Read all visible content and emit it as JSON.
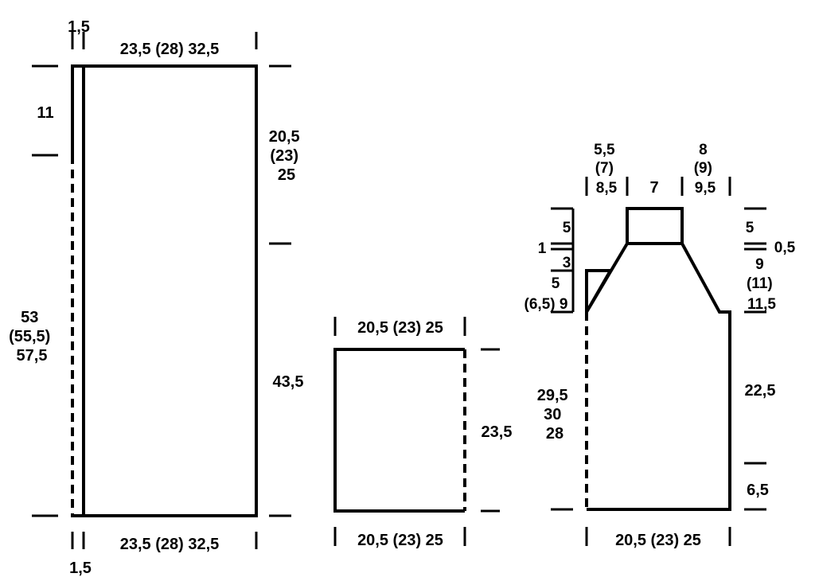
{
  "panel_1": {
    "width_top": "23,5 (28) 32,5",
    "width_bottom": "23,5 (28) 32,5",
    "band_top": "1,5",
    "band_bottom": "1,5",
    "left_top": "11",
    "left_total": [
      "53",
      "(55,5)",
      "57,5"
    ],
    "right_upper": [
      "20,5",
      "(23)",
      "25"
    ],
    "right_lower": "43,5"
  },
  "panel_2": {
    "width_top": "20,5 (23) 25",
    "width_bottom": "20,5 (23) 25",
    "height": "23,5"
  },
  "panel_3": {
    "top_left": [
      "5,5",
      "(7)",
      "8,5"
    ],
    "top_center": "7",
    "top_right": [
      "8",
      "(9)",
      "9,5"
    ],
    "left_5": "5",
    "left_1": "1",
    "left_3": "3",
    "left_5b": "5",
    "left_65_9": "(6,5) 9",
    "left_height": [
      "29,5",
      "30",
      "28"
    ],
    "right_5": "5",
    "right_05": "0,5",
    "right_9": [
      "9",
      "(11)",
      "11,5"
    ],
    "right_225": "22,5",
    "right_65": "6,5",
    "width_bottom": "20,5 (23) 25"
  }
}
